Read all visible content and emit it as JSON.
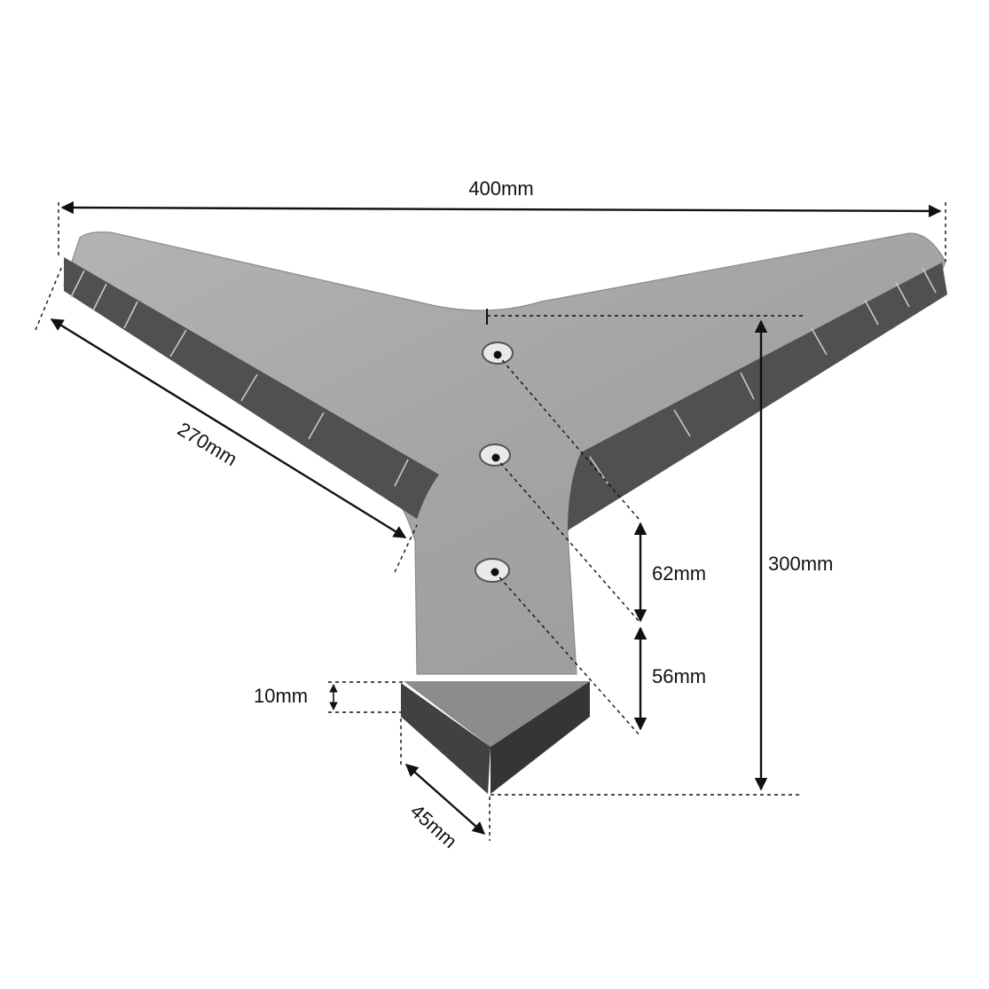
{
  "labels": {
    "width": "400mm",
    "wing": "270mm",
    "height": "300mm",
    "hole_spacing_upper": "62mm",
    "hole_spacing_lower": "56mm",
    "tip_thickness": "10mm",
    "tip_length": "45mm"
  },
  "colors": {
    "plate": "#a7a7a7",
    "edge": "#4f4f4f",
    "tip": "#3f3f3f",
    "line": "#111111"
  }
}
